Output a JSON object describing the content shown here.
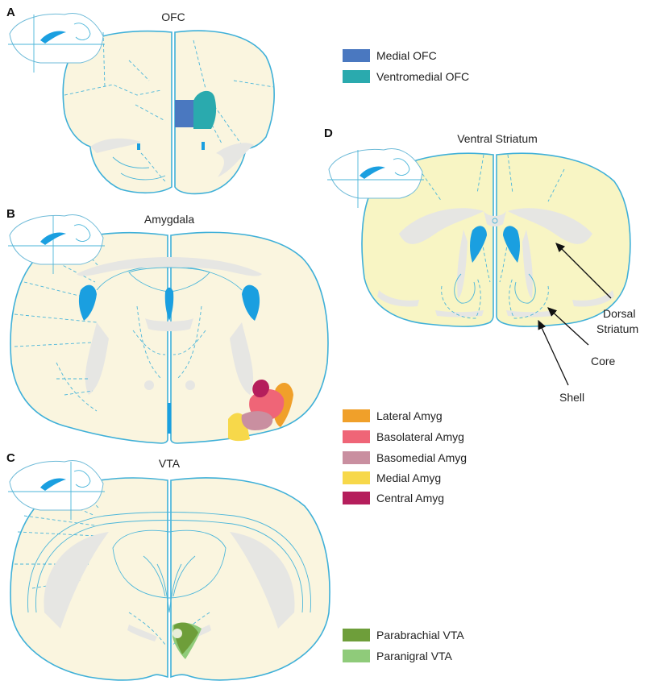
{
  "panels": {
    "A": {
      "letter": "A",
      "title": "OFC"
    },
    "B": {
      "letter": "B",
      "title": "Amygdala"
    },
    "C": {
      "letter": "C",
      "title": "VTA"
    },
    "D": {
      "letter": "D",
      "title": "Ventral Striatum"
    }
  },
  "legends": {
    "ofc": [
      {
        "label": "Medial OFC",
        "color": "#4a78c0"
      },
      {
        "label": "Ventromedial OFC",
        "color": "#2aaaae"
      }
    ],
    "amygdala": [
      {
        "label": "Lateral Amyg",
        "color": "#f0a02a"
      },
      {
        "label": "Basolateral Amyg",
        "color": "#ef6577"
      },
      {
        "label": "Basomedial Amyg",
        "color": "#c98fa0"
      },
      {
        "label": "Medial Amyg",
        "color": "#f7d84a"
      },
      {
        "label": "Central Amyg",
        "color": "#b51e5c"
      }
    ],
    "vta": [
      {
        "label": "Parabrachial VTA",
        "color": "#6e9e3a"
      },
      {
        "label": "Paranigral VTA",
        "color": "#8fcb7a"
      }
    ]
  },
  "annotations": {
    "dorsal_line1": "Dorsal",
    "dorsal_line2": "Striatum",
    "core": "Core",
    "shell": "Shell"
  },
  "colors": {
    "tissue": "#faf5df",
    "tissue_striatum": "#f8f5c4",
    "outline": "#3fb0d8",
    "ventricle": "#1a9fe0",
    "white_matter": "#e6e6e3"
  }
}
